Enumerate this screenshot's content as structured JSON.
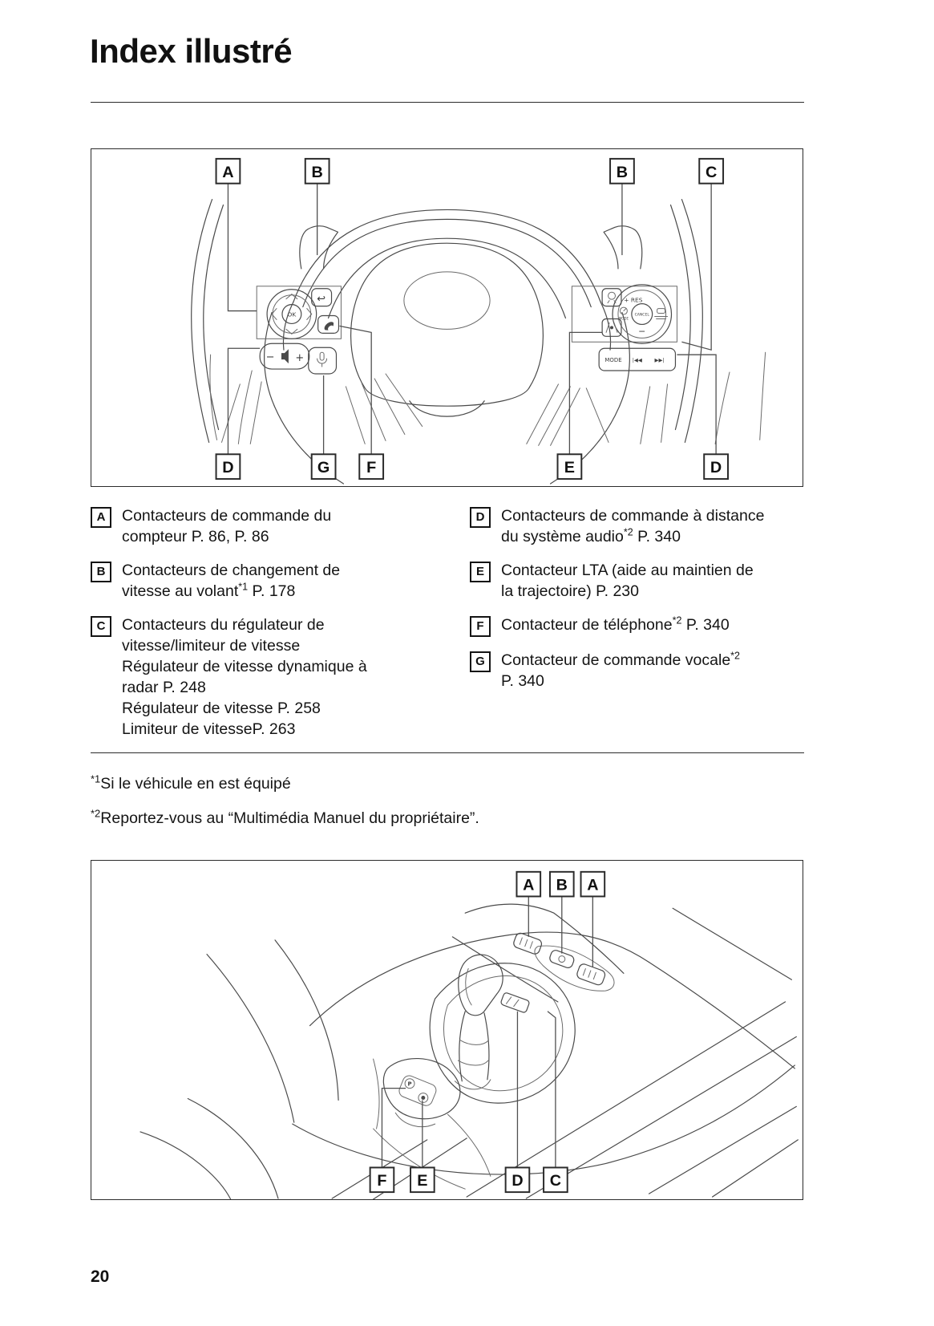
{
  "page": {
    "title": "Index illustré",
    "number": "20"
  },
  "legend": {
    "left": [
      {
        "key": "A",
        "lines": [
          [
            {
              "t": "Contacteurs de commande du"
            }
          ],
          [
            {
              "t": "compteur P. 86, P. 86"
            }
          ]
        ]
      },
      {
        "key": "B",
        "lines": [
          [
            {
              "t": "Contacteurs de changement de"
            }
          ],
          [
            {
              "t": "vitesse au volant"
            },
            {
              "sup": "*1"
            },
            {
              "t": " P. 178"
            }
          ]
        ]
      },
      {
        "key": "C",
        "lines": [
          [
            {
              "t": "Contacteurs du régulateur de"
            }
          ],
          [
            {
              "t": "vitesse/limiteur de vitesse"
            }
          ],
          [
            {
              "t": "Régulateur de vitesse dynamique à"
            }
          ],
          [
            {
              "t": "radar P. 248"
            }
          ],
          [
            {
              "t": "Régulateur de vitesse P. 258"
            }
          ],
          [
            {
              "t": "Limiteur de vitesseP. 263"
            }
          ]
        ]
      }
    ],
    "right": [
      {
        "key": "D",
        "lines": [
          [
            {
              "t": "Contacteurs de commande à distance"
            }
          ],
          [
            {
              "t": "du système audio"
            },
            {
              "sup": "*2"
            },
            {
              "t": " P. 340"
            }
          ]
        ]
      },
      {
        "key": "E",
        "lines": [
          [
            {
              "t": "Contacteur LTA (aide au maintien de"
            }
          ],
          [
            {
              "t": "la trajectoire) P. 230"
            }
          ]
        ]
      },
      {
        "key": "F",
        "lines": [
          [
            {
              "t": "Contacteur de téléphone"
            },
            {
              "sup": "*2"
            },
            {
              "t": " P. 340"
            }
          ]
        ]
      },
      {
        "key": "G",
        "lines": [
          [
            {
              "t": "Contacteur de commande vocale"
            },
            {
              "sup": "*2"
            }
          ],
          [
            {
              "t": "P. 340"
            }
          ]
        ]
      }
    ]
  },
  "footnotes": [
    {
      "marker": "*1",
      "text": "Si le véhicule en est équipé"
    },
    {
      "marker": "*2",
      "text": "Reportez-vous au “Multimédia Manuel du propriétaire”."
    }
  ],
  "diagram1": {
    "top_labels": [
      "A",
      "B",
      "B",
      "C"
    ],
    "bottom_labels": [
      "D",
      "G",
      "F",
      "E",
      "D"
    ],
    "texts": {
      "ok": "OK",
      "res": "+ RES",
      "cancel": "CANCEL",
      "cruise_minus": "−",
      "gauge_mode": "MODE",
      "vol_minus": "−",
      "vol_plus": "+",
      "mode": "MODE",
      "prev": "|◀◀",
      "next": "▶▶|"
    }
  },
  "diagram2": {
    "top_labels": [
      "A",
      "B",
      "A"
    ],
    "bottom_labels": [
      "F",
      "E",
      "D",
      "C"
    ],
    "texts": {
      "p": "P"
    }
  }
}
